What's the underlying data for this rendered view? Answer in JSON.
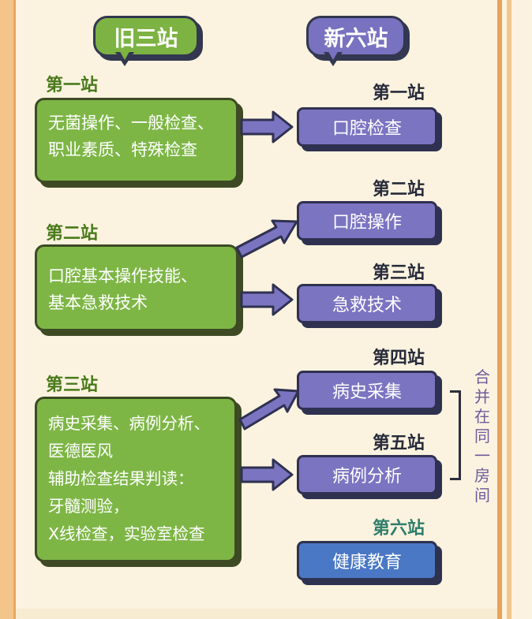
{
  "headers": {
    "old": "旧三站",
    "new": "新六站"
  },
  "old_stations": [
    {
      "title": "第一站",
      "lines": [
        "无菌操作、一般检查、",
        "职业素质、特殊检查"
      ]
    },
    {
      "title": "第二站",
      "lines": [
        "口腔基本操作技能、",
        "基本急救技术"
      ]
    },
    {
      "title": "第三站",
      "lines": [
        "病史采集、病例分析、",
        "医德医风",
        "辅助检查结果判读：",
        "牙髓测验，",
        "X线检查，实验室检查"
      ]
    }
  ],
  "new_stations": [
    {
      "title": "第一站",
      "label": "口腔检查"
    },
    {
      "title": "第二站",
      "label": "口腔操作"
    },
    {
      "title": "第三站",
      "label": "急救技术"
    },
    {
      "title": "第四站",
      "label": "病史采集"
    },
    {
      "title": "第五站",
      "label": "病例分析"
    },
    {
      "title": "第六站",
      "label": "健康教育"
    }
  ],
  "merged_note": [
    "合",
    "并",
    "在",
    "同",
    "一",
    "房",
    "间"
  ],
  "colors": {
    "old_fill": "#7eb646",
    "new_fill": "#7b74c1",
    "new_fill_6": "#4a78c4",
    "arrow": "#7b74c1",
    "outline": "#2f3150"
  }
}
